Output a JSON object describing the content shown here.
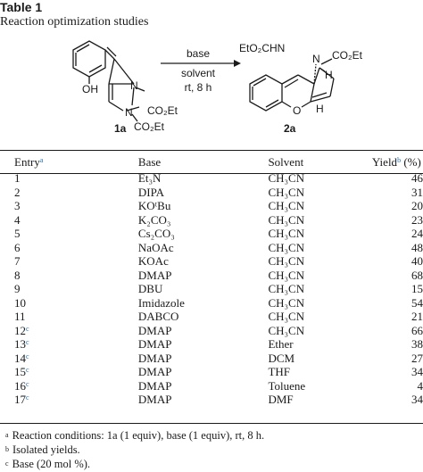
{
  "table_label": "Table 1",
  "table_caption": "Reaction optimization studies",
  "scheme": {
    "reactant_id": "1a",
    "product_id": "2a",
    "reactant_oh": "OH",
    "reactant_n_top": "N",
    "reactant_n_bottom": "N",
    "reactant_ester1": "CO₂Et",
    "reactant_ester2": "CO₂Et",
    "product_sub_left": "EtO₂CHN",
    "product_n": "N",
    "product_ester": "CO₂Et",
    "product_h1": "H",
    "product_h2": "H",
    "product_o": "O",
    "conditions_line1": "base",
    "conditions_line2": "solvent",
    "conditions_line3": "rt, 8 h"
  },
  "columns": {
    "entry": "Entry",
    "entry_mark": "a",
    "base": "Base",
    "solvent": "Solvent",
    "yield": "Yield",
    "yield_mark": "b",
    "yield_unit": "(%)"
  },
  "rows": [
    {
      "entry": "1",
      "mark": "",
      "base": "Et₃N",
      "solvent": "CH₃CN",
      "yield": "46"
    },
    {
      "entry": "2",
      "mark": "",
      "base": "DIPA",
      "solvent": "CH₃CN",
      "yield": "31"
    },
    {
      "entry": "3",
      "mark": "",
      "base": "KOᵗBu",
      "solvent": "CH₃CN",
      "yield": "20"
    },
    {
      "entry": "4",
      "mark": "",
      "base": "K₂CO₃",
      "solvent": "CH₃CN",
      "yield": "23"
    },
    {
      "entry": "5",
      "mark": "",
      "base": "Cs₂CO₃",
      "solvent": "CH₃CN",
      "yield": "24"
    },
    {
      "entry": "6",
      "mark": "",
      "base": "NaOAc",
      "solvent": "CH₃CN",
      "yield": "48"
    },
    {
      "entry": "7",
      "mark": "",
      "base": "KOAc",
      "solvent": "CH₃CN",
      "yield": "40"
    },
    {
      "entry": "8",
      "mark": "",
      "base": "DMAP",
      "solvent": "CH₃CN",
      "yield": "68"
    },
    {
      "entry": "9",
      "mark": "",
      "base": "DBU",
      "solvent": "CH₃CN",
      "yield": "15"
    },
    {
      "entry": "10",
      "mark": "",
      "base": "Imidazole",
      "solvent": "CH₃CN",
      "yield": "54"
    },
    {
      "entry": "11",
      "mark": "",
      "base": "DABCO",
      "solvent": "CH₃CN",
      "yield": "21"
    },
    {
      "entry": "12",
      "mark": "c",
      "base": "DMAP",
      "solvent": "CH₃CN",
      "yield": "66"
    },
    {
      "entry": "13",
      "mark": "c",
      "base": "DMAP",
      "solvent": "Ether",
      "yield": "38"
    },
    {
      "entry": "14",
      "mark": "c",
      "base": "DMAP",
      "solvent": "DCM",
      "yield": "27"
    },
    {
      "entry": "15",
      "mark": "c",
      "base": "DMAP",
      "solvent": "THF",
      "yield": "34"
    },
    {
      "entry": "16",
      "mark": "c",
      "base": "DMAP",
      "solvent": "Toluene",
      "yield": "4"
    },
    {
      "entry": "17",
      "mark": "c",
      "base": "DMAP",
      "solvent": "DMF",
      "yield": "34"
    }
  ],
  "footnotes": [
    {
      "mark": "a",
      "text": "Reaction conditions: 1a (1 equiv), base (1 equiv), rt, 8 h."
    },
    {
      "mark": "b",
      "text": "Isolated yields."
    },
    {
      "mark": "c",
      "text": "Base (20 mol %)."
    }
  ],
  "colors": {
    "link_mark": "#1e6fb5",
    "text": "#1a1a1a"
  }
}
